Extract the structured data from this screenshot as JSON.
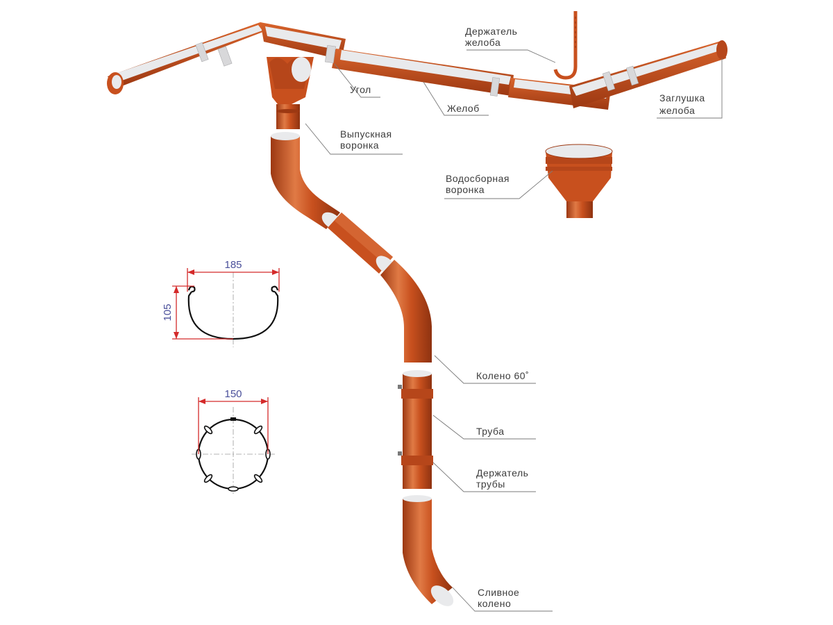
{
  "colors": {
    "metal": "#c8501e",
    "metal_dark": "#9c3812",
    "metal_light": "#e07a45",
    "inner": "#e9eaec",
    "dimension": "#d42a2a",
    "dimension_text": "#4a4f9a",
    "label_text": "#3c3c3c"
  },
  "labels": {
    "gutter_holder": [
      "Держатель",
      "желоба"
    ],
    "corner": [
      "Угол"
    ],
    "gutter": [
      "Желоб"
    ],
    "gutter_cap": [
      "Заглушка",
      "желоба"
    ],
    "outlet_funnel": [
      "Выпускная",
      "воронка"
    ],
    "collector_funnel": [
      "Водосборная",
      "воронка"
    ],
    "elbow_60": [
      "Колено 60˚"
    ],
    "pipe": [
      "Труба"
    ],
    "pipe_holder": [
      "Держатель",
      "трубы"
    ],
    "drain_elbow": [
      "Сливное",
      "колено"
    ]
  },
  "dimensions": {
    "gutter_width": "185",
    "gutter_depth": "105",
    "pipe_diameter": "150"
  }
}
